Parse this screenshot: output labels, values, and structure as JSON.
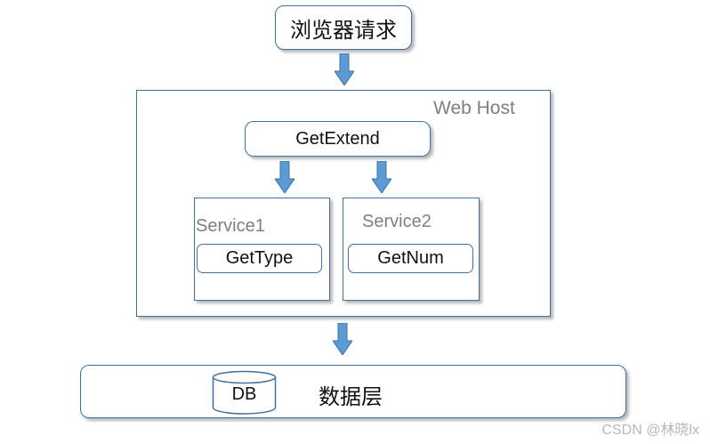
{
  "diagram": {
    "browser_request": "浏览器请求",
    "web_host": {
      "label": "Web Host",
      "get_extend": "GetExtend",
      "service1": {
        "label": "Service1",
        "method": "GetType"
      },
      "service2": {
        "label": "Service2",
        "method": "GetNum"
      }
    },
    "data_layer": {
      "db": "DB",
      "label": "数据层"
    }
  },
  "watermark": "CSDN @林晓lx",
  "colors": {
    "border": "#41719C",
    "arrow_fill": "#5B9BD5",
    "arrow_stroke": "#41719C",
    "gray_text": "#7F7F7F"
  }
}
